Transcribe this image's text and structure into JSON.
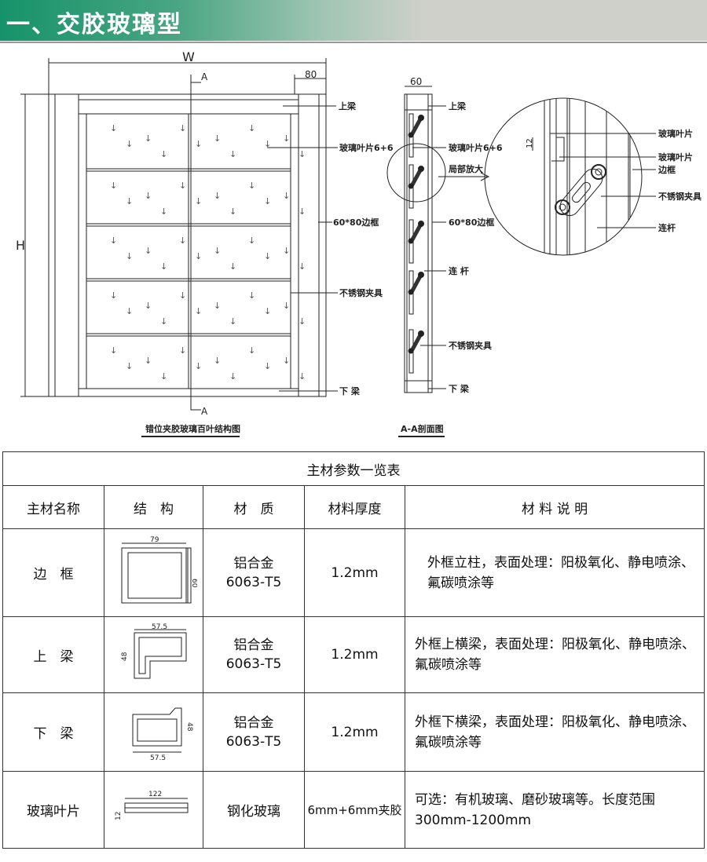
{
  "header": {
    "title": "一、交胶玻璃型"
  },
  "elevation": {
    "w_label": "W",
    "h_label": "H",
    "dim_80": "80",
    "section_mark": "A",
    "labels": [
      "上梁",
      "玻璃叶片6+6",
      "60*80边框",
      "不锈钢夹具",
      "下 梁"
    ],
    "caption": "错位夹胶玻璃百叶结构图",
    "arrow_glyph": "↓"
  },
  "section": {
    "dim_60": "60",
    "labels": [
      "上梁",
      "玻璃叶片6+6",
      "局部放大",
      "60*80边框",
      "连 杆",
      "不锈钢夹具",
      "下 梁"
    ],
    "caption": "A-A剖面图"
  },
  "detail": {
    "dim_12": "12",
    "labels": [
      "玻璃叶片",
      "玻璃叶片",
      "边框",
      "不锈钢夹具",
      "连杆"
    ]
  },
  "table": {
    "title": "主材参数一览表",
    "headers": [
      "主材名称",
      "结　构",
      "材　质",
      "材料厚度",
      "材 料 说 明"
    ],
    "rows": [
      {
        "name": "边　框",
        "dims": [
          "79",
          "60"
        ],
        "material": "铝合金\n6063-T5",
        "thickness": "1.2mm",
        "desc": "外框立柱，表面处理：阳极氧化、静电喷涂、氟碳喷涂等"
      },
      {
        "name": "上　梁",
        "dims": [
          "57.5",
          "48"
        ],
        "material": "铝合金\n6063-T5",
        "thickness": "1.2mm",
        "desc": "外框上横梁，表面处理：阳极氧化、静电喷涂、氟碳喷涂等"
      },
      {
        "name": "下　梁",
        "dims": [
          "48",
          "57.5"
        ],
        "material": "铝合金\n6063-T5",
        "thickness": "1.2mm",
        "desc": "外框下横梁，表面处理：阳极氧化、静电喷涂、氟碳喷涂等"
      },
      {
        "name": "玻璃叶片",
        "dims": [
          "122",
          "12"
        ],
        "material": "钢化玻璃",
        "thickness": "6mm+6mm夹胶",
        "desc": "可选：有机玻璃、磨砂玻璃等。长度范围300mm-1200mm"
      }
    ]
  }
}
